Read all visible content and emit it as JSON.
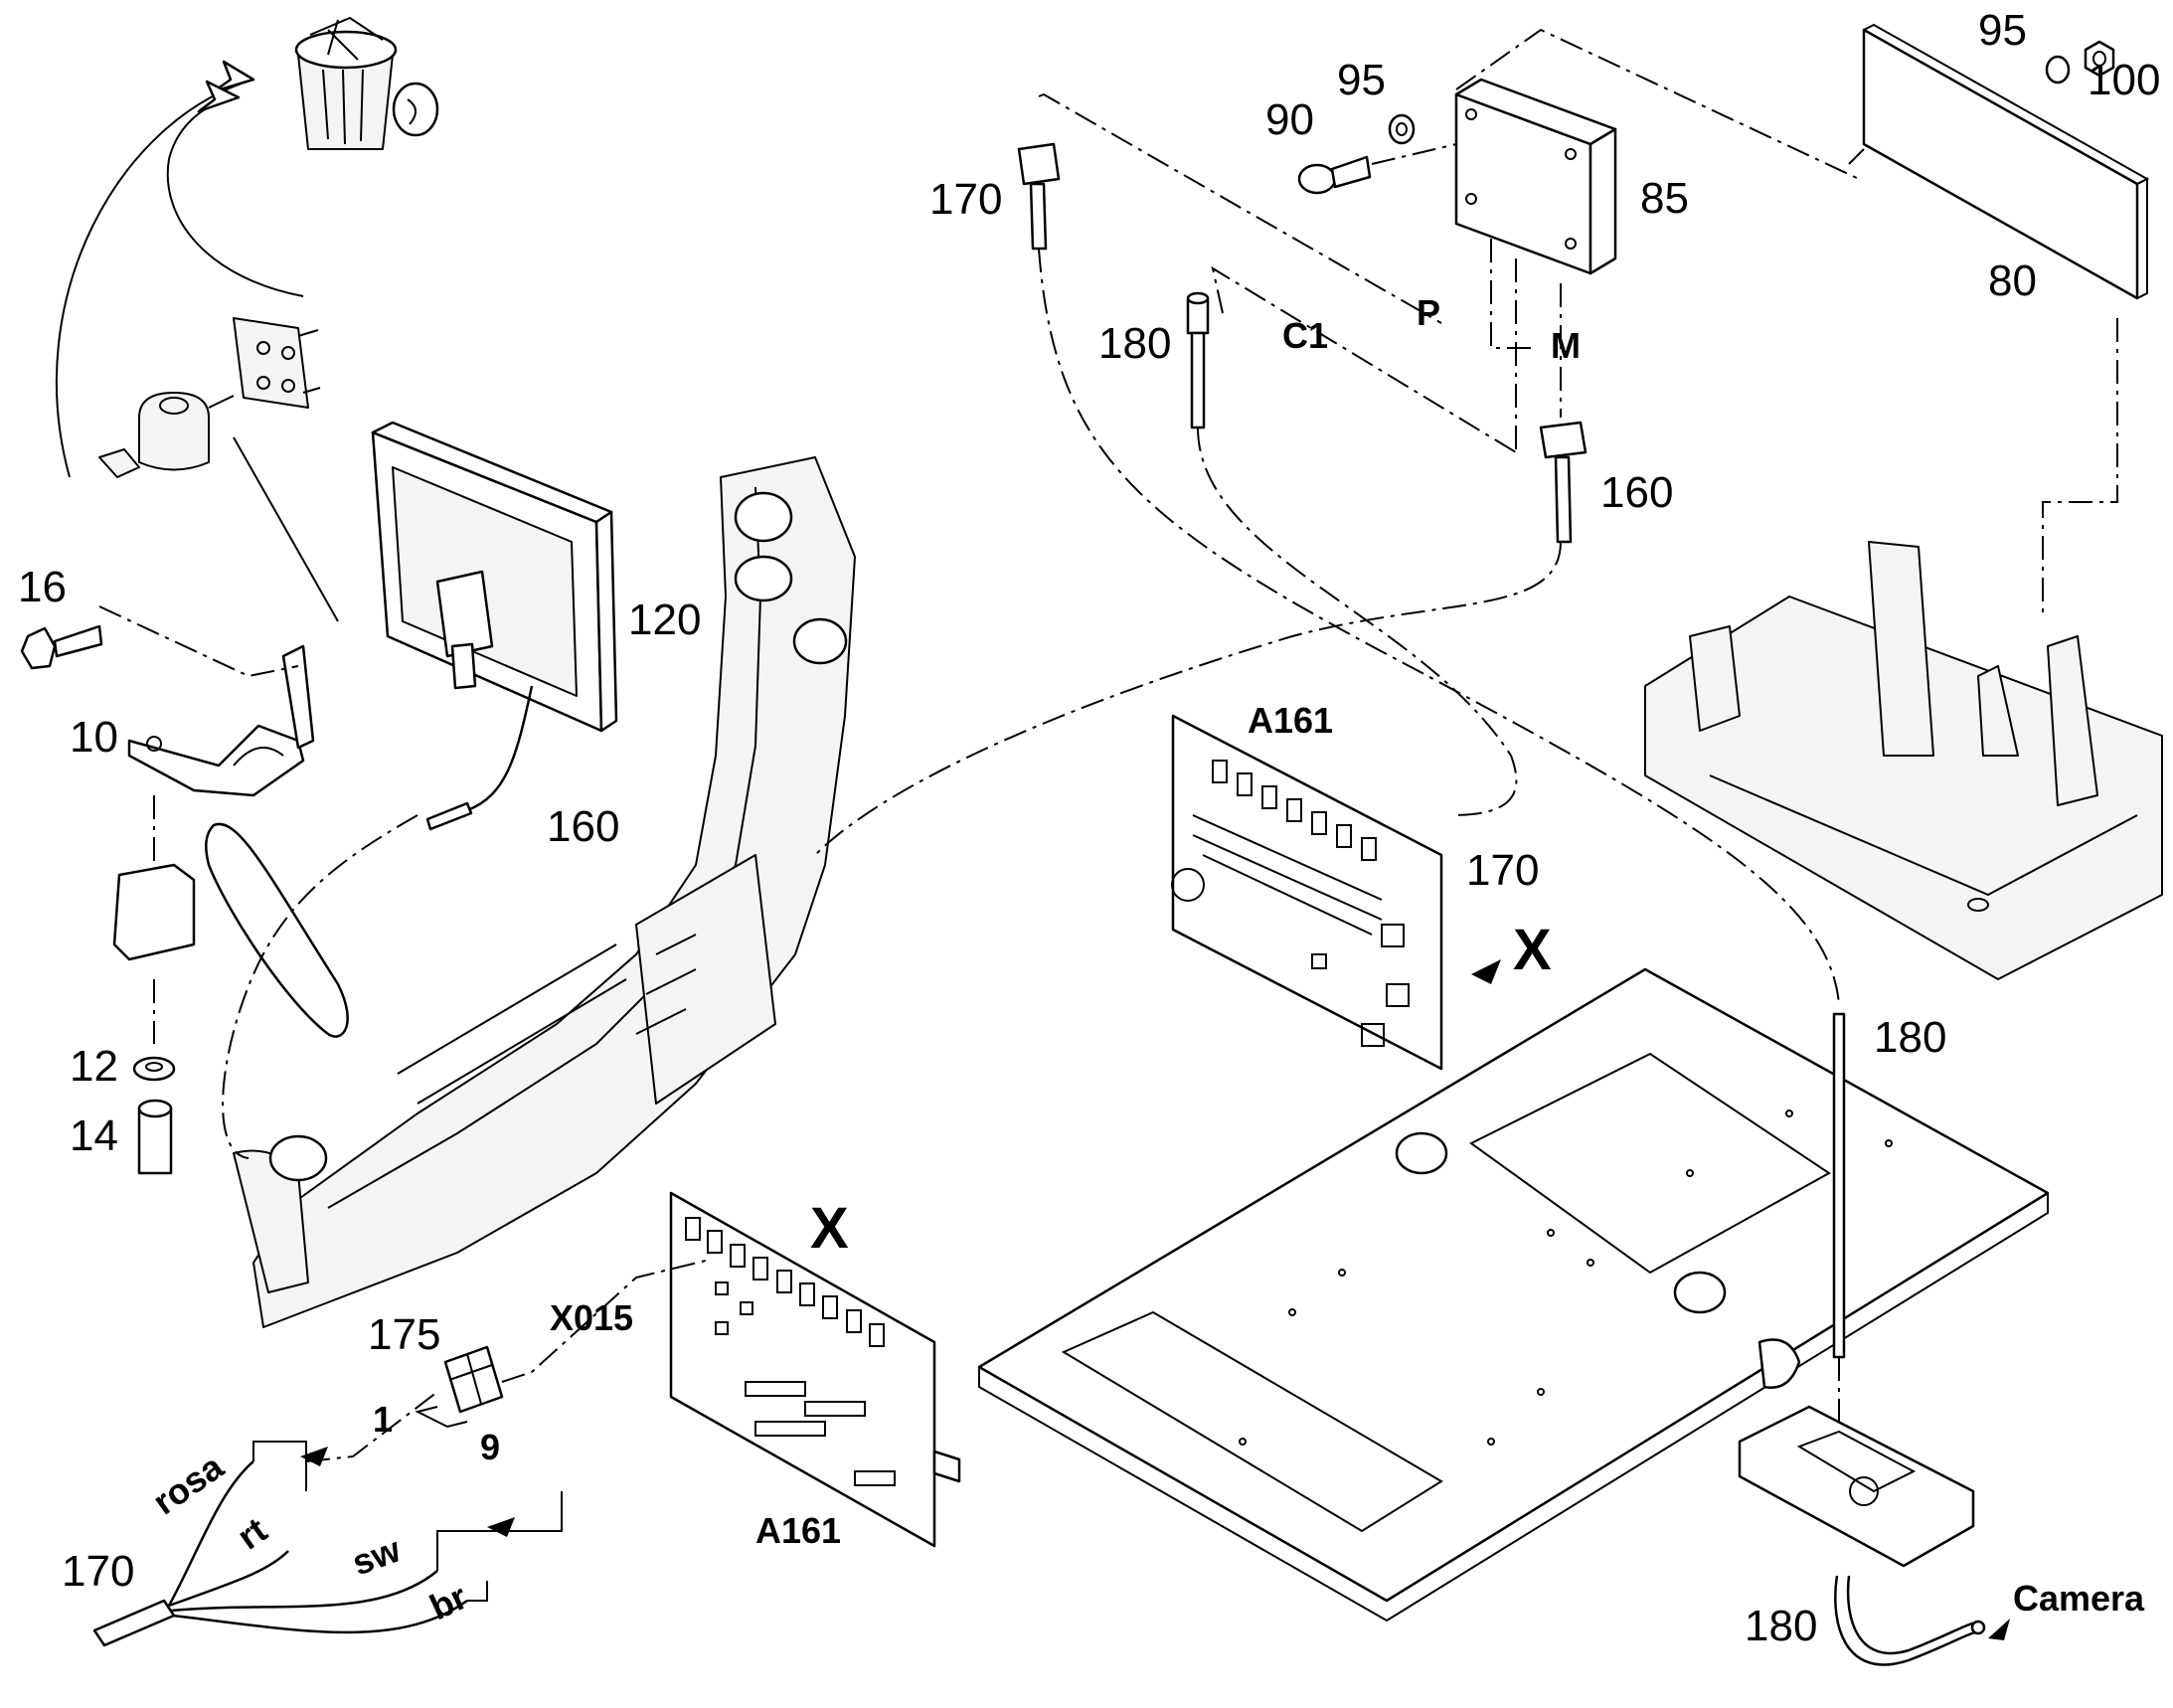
{
  "diagram": {
    "labels": {
      "n16": "16",
      "n10": "10",
      "n12": "12",
      "n14": "14",
      "n120": "120",
      "n160_left": "160",
      "n170_top": "170",
      "n90": "90",
      "n95_left": "95",
      "n85": "85",
      "n95_right": "95",
      "n100": "100",
      "n80": "80",
      "n180_top": "180",
      "c1": "C1",
      "p": "P",
      "m": "M",
      "n160_top": "160",
      "a161_top": "A161",
      "n170_mid": "170",
      "x_right": "X",
      "x_lower": "X",
      "x015": "X015",
      "n175": "175",
      "n1": "1",
      "n9": "9",
      "a161_bottom": "A161",
      "rosa": "rosa",
      "rt": "rt",
      "sw": "sw",
      "br": "br",
      "n170_bottom": "170",
      "n180_right": "180",
      "n180_bottom": "180",
      "camera": "Camera"
    },
    "icons": [
      "trash-bin-icon",
      "arrow-right-icon"
    ],
    "colors": {
      "line": "#000000",
      "background": "#ffffff"
    }
  }
}
